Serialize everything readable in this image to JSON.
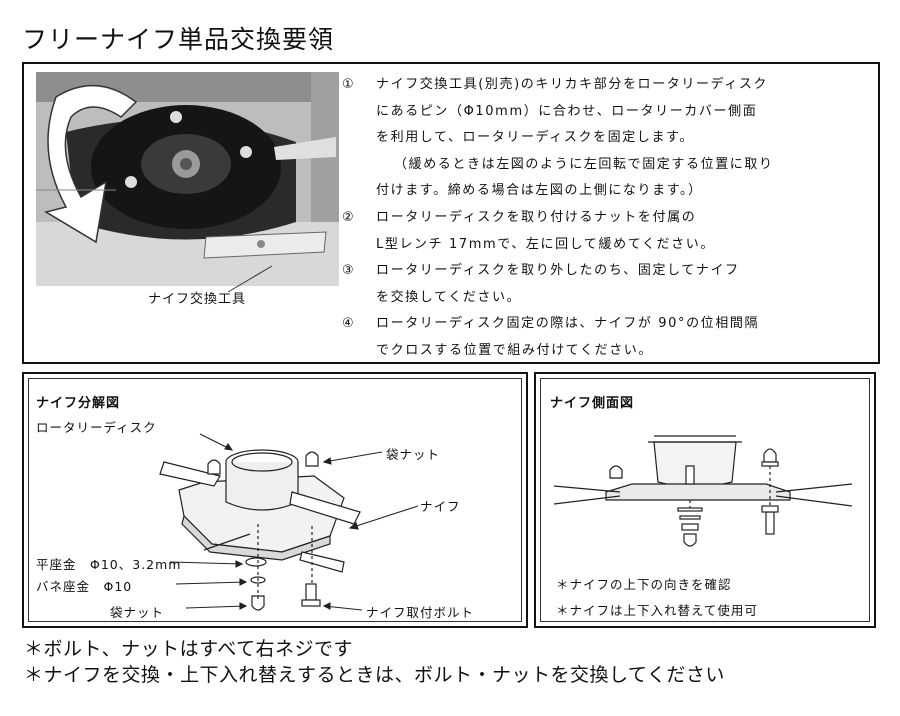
{
  "title": "フリーナイフ単品交換要領",
  "photo_caption": "ナイフ交換工具",
  "steps": [
    {
      "num": "①",
      "lines": [
        "ナイフ交換工具(別売)のキリカキ部分をロータリーディスク",
        "にあるピン（Φ10mm）に合わせ、ロータリーカバー側面",
        "を利用して、ロータリーディスクを固定します。"
      ]
    },
    {
      "num": "",
      "lines": [
        "（緩めるときは左図のように左回転で固定する位置に取り",
        "付けます。締める場合は左図の上側になります。）"
      ]
    },
    {
      "num": "②",
      "lines": [
        "ロータリーディスクを取り付けるナットを付属の",
        "L型レンチ 17mmで、左に回して緩めてください。"
      ]
    },
    {
      "num": "③",
      "lines": [
        "ロータリーディスクを取り外したのち、固定してナイフ",
        "を交換してください。"
      ]
    },
    {
      "num": "④",
      "lines": [
        "ロータリーディスク固定の際は、ナイフが 90°の位相間隔",
        "でクロスする位置で組み付けてください。"
      ]
    }
  ],
  "exploded": {
    "title": "ナイフ分解図",
    "labels": {
      "rotary_disk": "ロータリーディスク",
      "cap_nut_top": "袋ナット",
      "knife": "ナイフ",
      "flat_washer": "平座金　Φ10、3.2mm",
      "spring_washer": "バネ座金　Φ10",
      "cap_nut_bottom": "袋ナット",
      "knife_bolt": "ナイフ取付ボルト"
    }
  },
  "side_view": {
    "title": "ナイフ側面図",
    "notes": [
      "＊ナイフの上下の向きを確認",
      "＊ナイフは上下入れ替えて使用可"
    ]
  },
  "footnotes": [
    "＊ボルト、ナットはすべて右ネジです",
    "＊ナイフを交換・上下入れ替えするときは、ボルト・ナットを交換してください"
  ]
}
